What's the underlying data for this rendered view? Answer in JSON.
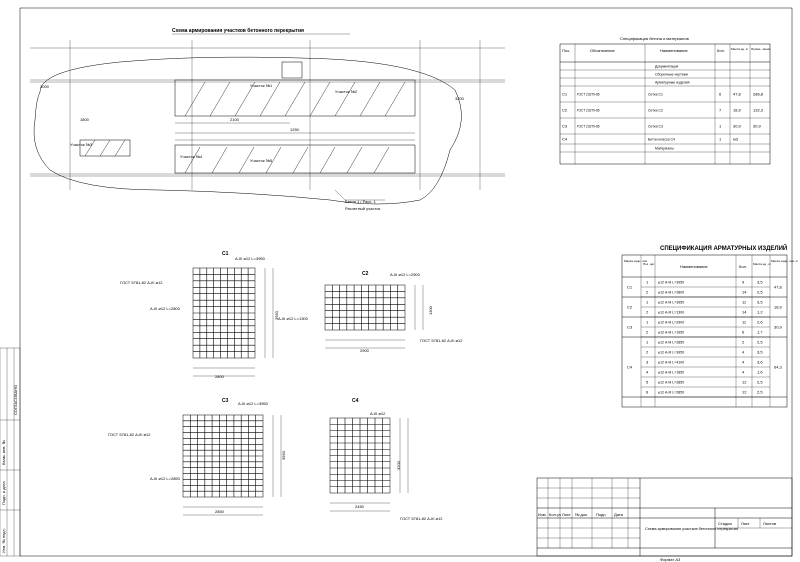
{
  "plan": {
    "title": "Схема армирования участков бетонного перекрытия",
    "marks": [
      "Участок №1",
      "Участок №2",
      "Участок №3",
      "Участок №4",
      "Участок №5"
    ],
    "callout": "Бетон 1 / Расс. 1",
    "callout2": "Расчетный участок"
  },
  "spec_top": {
    "title": "Спецификация бетона и материалов",
    "headers": [
      "Поз.",
      "Обозначение",
      "Наименование",
      "Кол.",
      "Масса ед. кг",
      "Приме- чание"
    ],
    "rows": [
      {
        "pos": "",
        "doc": "",
        "name": "Документация",
        "qty": "",
        "mass": "",
        "note": ""
      },
      {
        "pos": "",
        "doc": "",
        "name": "Сборочные чертежи",
        "qty": "",
        "mass": "",
        "note": ""
      },
      {
        "pos": "",
        "doc": "",
        "name": "Арматурные изделия",
        "qty": "",
        "mass": "",
        "note": ""
      },
      {
        "pos": "С1",
        "doc": "ГОСТ 23279-85",
        "name": "Сетка С1",
        "qty": "6",
        "mass": "47,8",
        "note": "286,8"
      },
      {
        "pos": "С2",
        "doc": "ГОСТ 23279-85",
        "name": "Сетка С2",
        "qty": "7",
        "mass": "18,9",
        "note": "132,3"
      },
      {
        "pos": "С3",
        "doc": "ГОСТ 23279-85",
        "name": "Сетка С3",
        "qty": "1",
        "mass": "30,9",
        "note": "30,9"
      },
      {
        "pos": "С4",
        "doc": "",
        "name": "Бетон класса С4",
        "qty": "1",
        "mass": "м3",
        "note": ""
      },
      {
        "pos": "",
        "doc": "",
        "name": "Материалы",
        "qty": "",
        "mass": "",
        "note": ""
      }
    ]
  },
  "spec_bottom": {
    "title": "СПЕЦИФИКАЦИЯ АРМАТУРНЫХ ИЗДЕЛИЙ",
    "headers": [
      "Марка изде- лия",
      "Поз. дет.",
      "Наименование",
      "Кол.",
      "Масса ед., кг",
      "Масса изде- лия, кг"
    ],
    "groups": [
      {
        "mark": "С1",
        "total": "47,8",
        "rows": [
          {
            "pos": "1",
            "name": "⌀12 А-III L=3950",
            "qty": "9",
            "mass": "3,5"
          },
          {
            "pos": "2",
            "name": "⌀12 А-III L=2800",
            "qty": "14",
            "mass": "2,5"
          }
        ]
      },
      {
        "mark": "С2",
        "total": "18,9",
        "rows": [
          {
            "pos": "1",
            "name": "⌀12 А-III L=3950",
            "qty": "11",
            "mass": "3,5"
          },
          {
            "pos": "2",
            "name": "⌀12 А-III L=1300",
            "qty": "14",
            "mass": "1,2"
          }
        ]
      },
      {
        "mark": "С3",
        "total": "30,9",
        "rows": [
          {
            "pos": "1",
            "name": "⌀12 А-III L=2900",
            "qty": "11",
            "mass": "2,6"
          },
          {
            "pos": "2",
            "name": "⌀12 А-III L=1950",
            "qty": "6",
            "mass": "1,7"
          }
        ]
      },
      {
        "mark": "С4",
        "total": "64,3",
        "rows": [
          {
            "pos": "1",
            "name": "⌀12 А-III L=2850",
            "qty": "2",
            "mass": "2,5"
          },
          {
            "pos": "2",
            "name": "⌀12 А-III L=3950",
            "qty": "4",
            "mass": "3,5"
          },
          {
            "pos": "3",
            "name": "⌀12 А-III L=4100",
            "qty": "4",
            "mass": "3,6"
          },
          {
            "pos": "4",
            "name": "⌀12 А-III L=1850",
            "qty": "4",
            "mass": "1,6"
          },
          {
            "pos": "5",
            "name": "⌀12 А-III L=2850",
            "qty": "12",
            "mass": "2,5"
          },
          {
            "pos": "6",
            "name": "⌀12 А-III L=2850",
            "qty": "12",
            "mass": "2,5"
          }
        ]
      }
    ]
  },
  "meshes": {
    "c1": {
      "label": "С1",
      "gost": "ГОСТ 5781-82 А-III ⌀12",
      "rebar": "А-III ⌀12 L=3950",
      "rebar2": "А-III ⌀12 L=2800",
      "dim_w": "2800",
      "dim_h": "3950"
    },
    "c2": {
      "label": "С2",
      "gost": "ГОСТ 5781-82 А-III ⌀12",
      "rebar": "А-III ⌀12 L=2900",
      "rebar2": "А-III ⌀12 L=1300",
      "dim_w": "2900",
      "dim_h": "1300"
    },
    "c3": {
      "label": "С3",
      "gost": "ГОСТ 5781-82 А-III ⌀12",
      "rebar": "А-III ⌀12 L=3950",
      "rebar2": "А-III ⌀12 L=2850",
      "dim_w": "2850",
      "dim_h": "3950"
    },
    "c4": {
      "label": "С4",
      "gost": "ГОСТ 5781-82 А-III ⌀12",
      "rebar": "А-III ⌀12",
      "dim_w": "2450",
      "dim_h": "3200"
    }
  },
  "titleblock": {
    "cols": [
      "Изм.",
      "Кол.уч",
      "Лист",
      "№ док.",
      "Подп.",
      "Дата"
    ],
    "sheet_name": "Схема армирования участков бетонного перекрытия",
    "stage_labels": [
      "Стадия",
      "Лист",
      "Листов"
    ],
    "format": "Формат А3"
  },
  "side_stamp": {
    "agreed": "СОГЛАСОВАНО",
    "cells": [
      "Взам. инв. №",
      "Подп. и дата",
      "Инв. № подл."
    ]
  }
}
